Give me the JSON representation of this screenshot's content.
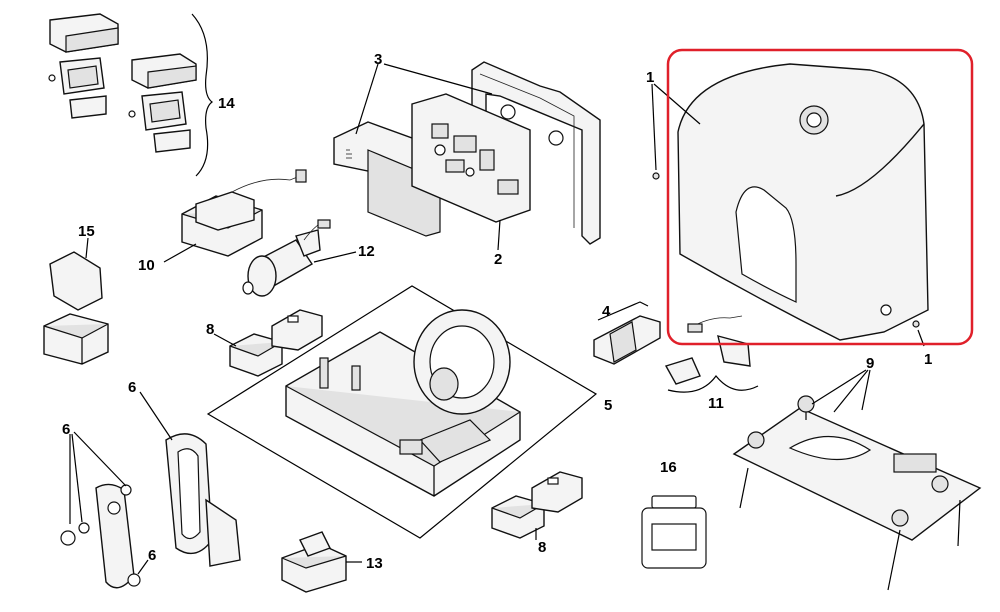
{
  "callouts": {
    "c1a": "1",
    "c1b": "1",
    "c2": "2",
    "c3": "3",
    "c4": "4",
    "c5": "5",
    "c6a": "6",
    "c6b": "6",
    "c6c": "6",
    "c8a": "8",
    "c8b": "8",
    "c9": "9",
    "c10": "10",
    "c11": "11",
    "c12": "12",
    "c13": "13",
    "c14": "14",
    "c15": "15",
    "c16": "16"
  },
  "highlight": {
    "color": "#e0202a",
    "part": "1"
  },
  "colors": {
    "line": "#000000",
    "part_fill": "#f4f4f4",
    "shade": "#e2e2e2"
  }
}
